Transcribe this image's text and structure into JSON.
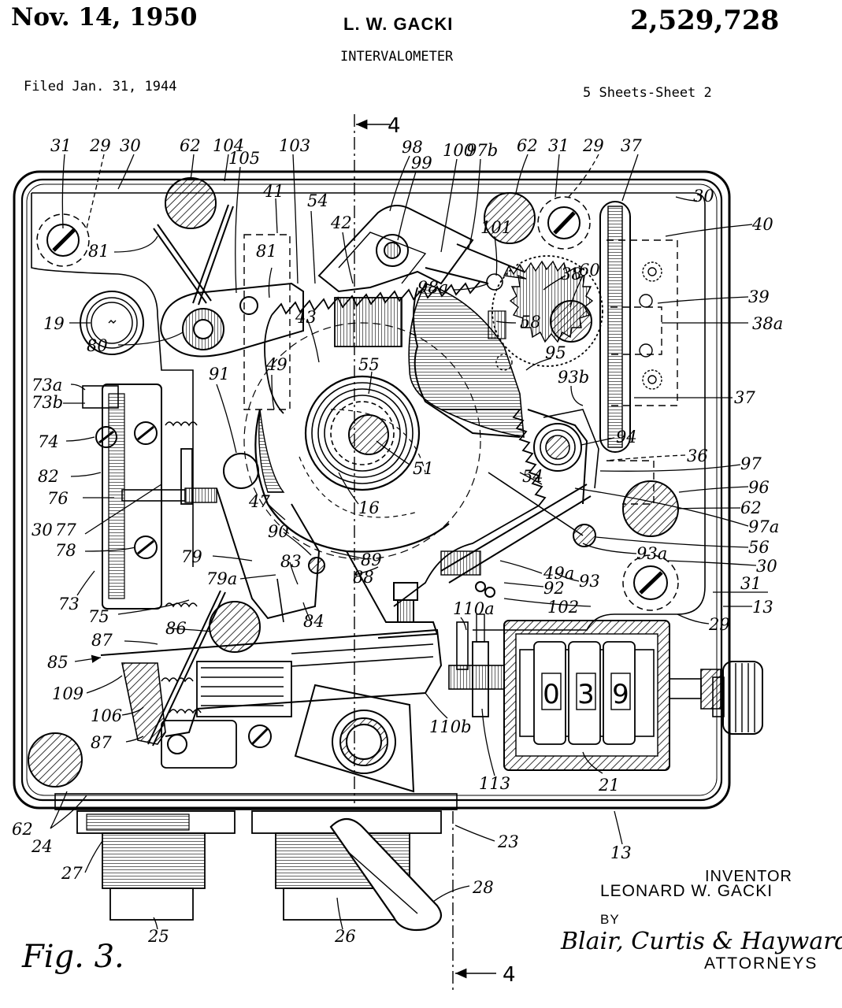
{
  "header": {
    "date": "Nov. 14, 1950",
    "inventor_name_header": "L. W. GACKI",
    "patent_number": "2,529,728",
    "title": "INTERVALOMETER",
    "filed": "Filed Jan. 31, 1944",
    "sheets": "5 Sheets-Sheet 2"
  },
  "figure_label": "Fig. 3.",
  "section_marker": "4",
  "counter_digits": [
    "0",
    "3",
    "9"
  ],
  "reference_labels": [
    {
      "id": "l31a",
      "text": "31"
    },
    {
      "id": "l29a",
      "text": "29"
    },
    {
      "id": "l30a",
      "text": "30"
    },
    {
      "id": "l62a",
      "text": "62"
    },
    {
      "id": "l104",
      "text": "104"
    },
    {
      "id": "l103",
      "text": "103"
    },
    {
      "id": "l105",
      "text": "105"
    },
    {
      "id": "l41",
      "text": "41"
    },
    {
      "id": "l54a",
      "text": "54"
    },
    {
      "id": "l42",
      "text": "42"
    },
    {
      "id": "l98",
      "text": "98"
    },
    {
      "id": "l99",
      "text": "99"
    },
    {
      "id": "l100",
      "text": "100"
    },
    {
      "id": "l97b",
      "text": "97b"
    },
    {
      "id": "l62b",
      "text": "62"
    },
    {
      "id": "l31b",
      "text": "31"
    },
    {
      "id": "l29b",
      "text": "29"
    },
    {
      "id": "l37a",
      "text": "37"
    },
    {
      "id": "l30b",
      "text": "30"
    },
    {
      "id": "l40",
      "text": "40"
    },
    {
      "id": "l81a",
      "text": "81"
    },
    {
      "id": "l81b",
      "text": "81"
    },
    {
      "id": "l101",
      "text": "101"
    },
    {
      "id": "l98a",
      "text": "98a"
    },
    {
      "id": "l38",
      "text": "38"
    },
    {
      "id": "l60",
      "text": "60"
    },
    {
      "id": "l39",
      "text": "39"
    },
    {
      "id": "l38a",
      "text": "38a"
    },
    {
      "id": "l19",
      "text": "19"
    },
    {
      "id": "l43",
      "text": "43"
    },
    {
      "id": "l58",
      "text": "58"
    },
    {
      "id": "l80",
      "text": "80"
    },
    {
      "id": "l55",
      "text": "55"
    },
    {
      "id": "l95",
      "text": "95"
    },
    {
      "id": "l93b",
      "text": "93b"
    },
    {
      "id": "l73a",
      "text": "73a"
    },
    {
      "id": "l73b",
      "text": "73b"
    },
    {
      "id": "l91",
      "text": "91"
    },
    {
      "id": "l49",
      "text": "49"
    },
    {
      "id": "l37b",
      "text": "37"
    },
    {
      "id": "l74",
      "text": "74"
    },
    {
      "id": "l94",
      "text": "94"
    },
    {
      "id": "l82",
      "text": "82"
    },
    {
      "id": "l36",
      "text": "36"
    },
    {
      "id": "l51",
      "text": "51"
    },
    {
      "id": "l97",
      "text": "97"
    },
    {
      "id": "l54b",
      "text": "54"
    },
    {
      "id": "l96",
      "text": "96"
    },
    {
      "id": "l76",
      "text": "76"
    },
    {
      "id": "l16",
      "text": "16"
    },
    {
      "id": "l62c",
      "text": "62"
    },
    {
      "id": "l47",
      "text": "47"
    },
    {
      "id": "l97a",
      "text": "97a"
    },
    {
      "id": "l30c",
      "text": "30"
    },
    {
      "id": "l77",
      "text": "77"
    },
    {
      "id": "l78",
      "text": "78"
    },
    {
      "id": "l56",
      "text": "56"
    },
    {
      "id": "l90",
      "text": "90"
    },
    {
      "id": "l93a",
      "text": "93a"
    },
    {
      "id": "l79",
      "text": "79"
    },
    {
      "id": "l89",
      "text": "89"
    },
    {
      "id": "l30d",
      "text": "30"
    },
    {
      "id": "l79a",
      "text": "79a"
    },
    {
      "id": "l83",
      "text": "83"
    },
    {
      "id": "l88",
      "text": "88"
    },
    {
      "id": "l93",
      "text": "93"
    },
    {
      "id": "l49a",
      "text": "49a"
    },
    {
      "id": "l31c",
      "text": "31"
    },
    {
      "id": "l73",
      "text": "73"
    },
    {
      "id": "l92",
      "text": "92"
    },
    {
      "id": "l13a",
      "text": "13"
    },
    {
      "id": "l102",
      "text": "102"
    },
    {
      "id": "l75",
      "text": "75"
    },
    {
      "id": "l86",
      "text": "86"
    },
    {
      "id": "l84",
      "text": "84"
    },
    {
      "id": "l29c",
      "text": "29"
    },
    {
      "id": "l87a",
      "text": "87"
    },
    {
      "id": "l110a",
      "text": "110a"
    },
    {
      "id": "l85",
      "text": "85"
    },
    {
      "id": "l109",
      "text": "109"
    },
    {
      "id": "l106",
      "text": "106"
    },
    {
      "id": "l87b",
      "text": "87"
    },
    {
      "id": "l110b",
      "text": "110b"
    },
    {
      "id": "l113",
      "text": "113"
    },
    {
      "id": "l21",
      "text": "21"
    },
    {
      "id": "l62d",
      "text": "62"
    },
    {
      "id": "l24",
      "text": "24"
    },
    {
      "id": "l23",
      "text": "23"
    },
    {
      "id": "l13b",
      "text": "13"
    },
    {
      "id": "l27",
      "text": "27"
    },
    {
      "id": "l28",
      "text": "28"
    },
    {
      "id": "l25",
      "text": "25"
    },
    {
      "id": "l26",
      "text": "26"
    }
  ],
  "inventor_block": {
    "label": "INVENTOR",
    "name": "LEONARD W. GACKI",
    "by": "BY",
    "signature": "Blair, Curtis & Hayward",
    "attorneys": "ATTORNEYS"
  }
}
